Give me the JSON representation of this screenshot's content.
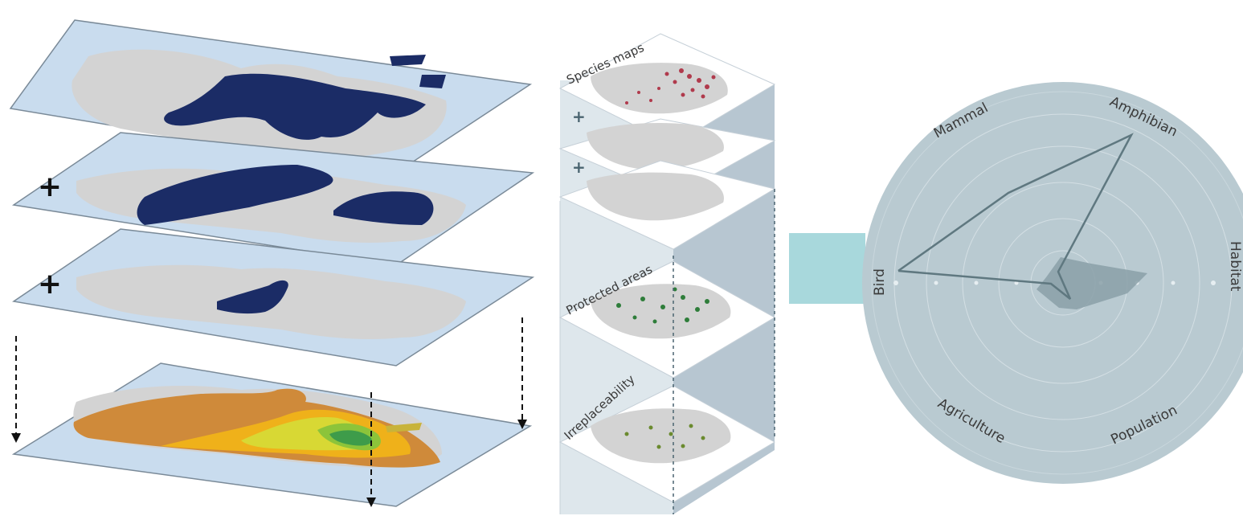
{
  "left_panel": {
    "plus_symbol": "+",
    "layers": [
      "map-layer-1",
      "map-layer-2",
      "map-layer-3",
      "map-layer-result"
    ]
  },
  "middle_panel": {
    "species_label": "Species maps",
    "protected_label": "Protected areas",
    "irreplaceability_label": "Irreplaceability",
    "plus_symbol": "+"
  },
  "radar": {
    "axes": [
      "Amphibian",
      "Habitat",
      "Population",
      "Agriculture",
      "Bird",
      "Mammal"
    ],
    "colors": {
      "disc": "#b9cad1",
      "line": "#5f7880",
      "shade": "#8aa0a8",
      "connector": "#a8d8dc"
    }
  }
}
